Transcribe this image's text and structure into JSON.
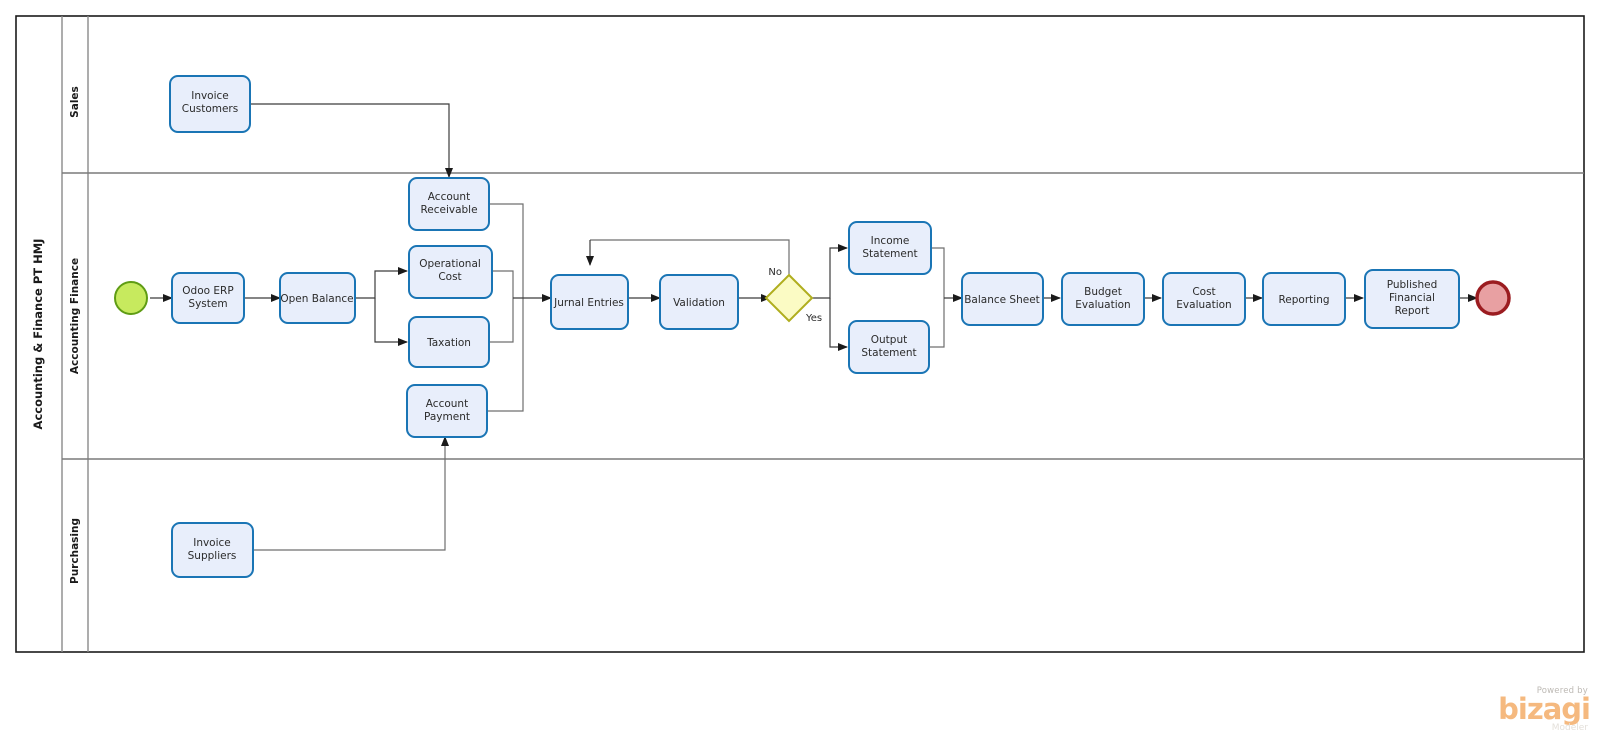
{
  "diagram": {
    "type": "bpmn-process-diagram",
    "tool": "Bizagi Modeler",
    "pool": {
      "label": "Accounting & Finance PT HMJ"
    },
    "lanes": [
      {
        "id": "sales",
        "label": "Sales"
      },
      {
        "id": "accounting-finance",
        "label": "Accounting Finance"
      },
      {
        "id": "purchasing",
        "label": "Purchasing"
      }
    ],
    "events": [
      {
        "id": "start",
        "kind": "start-event",
        "label": "",
        "fill": "#c7ea5e",
        "stroke": "#5f9c14"
      },
      {
        "id": "end",
        "kind": "end-event",
        "label": "",
        "fill": "#e8a0a2",
        "stroke": "#9b1c20"
      }
    ],
    "gateways": [
      {
        "id": "validation-gateway",
        "kind": "exclusive-gateway",
        "label": "",
        "fill": "#fbfbc4",
        "stroke": "#b0ae1e"
      }
    ],
    "tasks": [
      {
        "id": "invoice-customers",
        "lane": "sales",
        "label": "Invoice Customers"
      },
      {
        "id": "odoo-erp-system",
        "lane": "accounting-finance",
        "label": "Odoo ERP System"
      },
      {
        "id": "open-balance",
        "lane": "accounting-finance",
        "label": "Open Balance"
      },
      {
        "id": "account-receivable",
        "lane": "accounting-finance",
        "label": "Account Receivable"
      },
      {
        "id": "operational-cost",
        "lane": "accounting-finance",
        "label": "Operational Cost"
      },
      {
        "id": "taxation",
        "lane": "accounting-finance",
        "label": "Taxation"
      },
      {
        "id": "account-payment",
        "lane": "accounting-finance",
        "label": "Account Payment"
      },
      {
        "id": "jurnal-entries",
        "lane": "accounting-finance",
        "label": "Jurnal Entries"
      },
      {
        "id": "validation",
        "lane": "accounting-finance",
        "label": "Validation"
      },
      {
        "id": "income-statement",
        "lane": "accounting-finance",
        "label": "Income Statement"
      },
      {
        "id": "output-statement",
        "lane": "accounting-finance",
        "label": "Output Statement"
      },
      {
        "id": "balance-sheet",
        "lane": "accounting-finance",
        "label": "Balance Sheet"
      },
      {
        "id": "budget-evaluation",
        "lane": "accounting-finance",
        "label": "Budget Evaluation"
      },
      {
        "id": "cost-evaluation",
        "lane": "accounting-finance",
        "label": "Cost Evaluation"
      },
      {
        "id": "reporting",
        "lane": "accounting-finance",
        "label": "Reporting"
      },
      {
        "id": "published-financial-report",
        "lane": "accounting-finance",
        "label": "Published Financial Report"
      },
      {
        "id": "invoice-suppliers",
        "lane": "purchasing",
        "label": "Invoice Suppliers"
      }
    ],
    "task_labels": {
      "invoice_customers": [
        "Invoice",
        "Customers"
      ],
      "odoo_erp_system": [
        "Odoo ERP",
        "System"
      ],
      "open_balance": [
        "Open Balance"
      ],
      "account_receivable": [
        "Account",
        "Receivable"
      ],
      "operational_cost": [
        "Operational",
        "Cost"
      ],
      "taxation": [
        "Taxation"
      ],
      "account_payment": [
        "Account",
        "Payment"
      ],
      "jurnal_entries": [
        "Jurnal Entries"
      ],
      "validation": [
        "Validation"
      ],
      "income_statement": [
        "Income",
        "Statement"
      ],
      "output_statement": [
        "Output",
        "Statement"
      ],
      "balance_sheet": [
        "Balance Sheet"
      ],
      "budget_evaluation": [
        "Budget",
        "Evaluation"
      ],
      "cost_evaluation": [
        "Cost",
        "Evaluation"
      ],
      "reporting": [
        "Reporting"
      ],
      "published_financial_report": [
        "Published",
        "Financial",
        "Report"
      ],
      "invoice_suppliers": [
        "Invoice",
        "Suppliers"
      ]
    },
    "edge_labels": {
      "gateway_no": "No",
      "gateway_yes": "Yes"
    }
  },
  "colors": {
    "task_fill": "#e8eefb",
    "task_stroke": "#1a75b5",
    "start_fill": "#c7ea5e",
    "start_stroke": "#5f9c14",
    "end_fill": "#e8a0a2",
    "end_stroke": "#9b1c20",
    "gateway_fill": "#fbfbc4",
    "gateway_stroke": "#b0ae1e",
    "flow_stroke": "#3c3c3c",
    "pool_stroke": "#1a1a1a",
    "brand_orange": "#f5b97f"
  },
  "branding": {
    "powered_by": "Powered by",
    "product": "bizagi",
    "edition": "Modeler"
  }
}
